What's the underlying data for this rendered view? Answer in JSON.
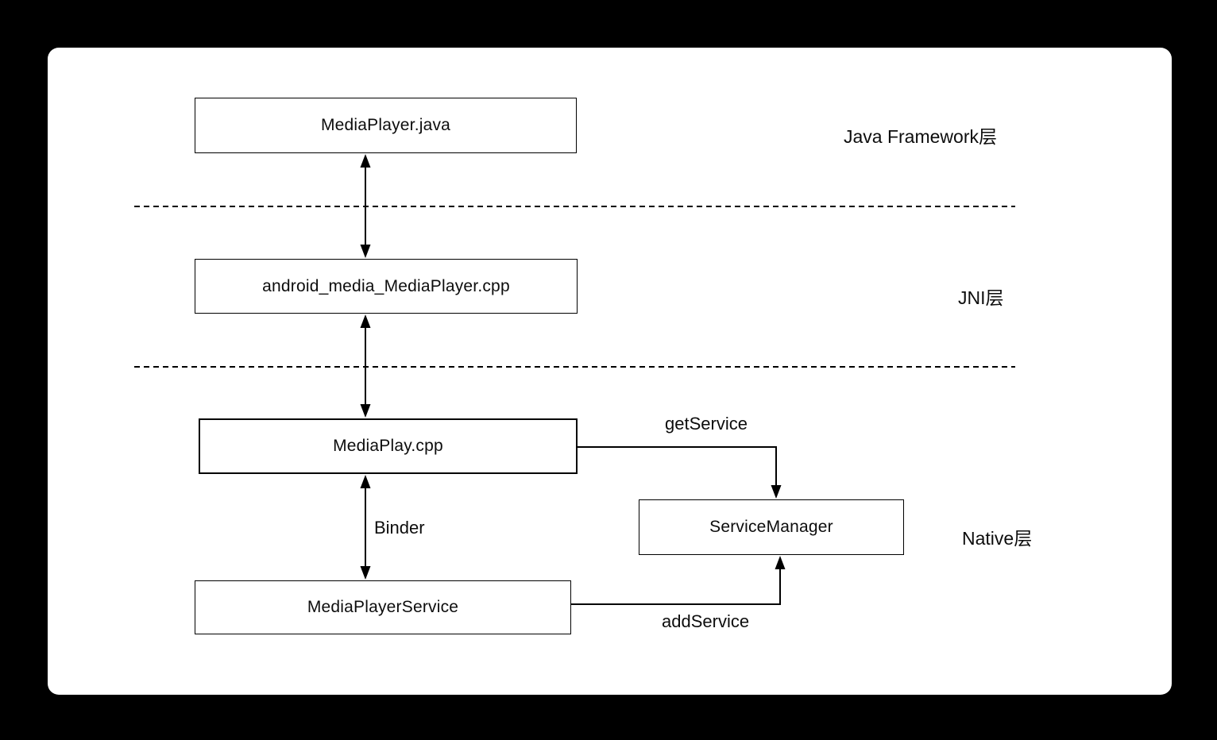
{
  "diagram": {
    "background_color": "#000000",
    "card_color": "#ffffff",
    "stroke_color": "#000000",
    "nodes": [
      {
        "id": "mediaplayer-java",
        "label": "MediaPlayer.java"
      },
      {
        "id": "android-media-mediaplayer-cpp",
        "label": "android_media_MediaPlayer.cpp"
      },
      {
        "id": "mediaplay-cpp",
        "label": "MediaPlay.cpp"
      },
      {
        "id": "servicemanager",
        "label": "ServiceManager"
      },
      {
        "id": "mediaplayerservice",
        "label": "MediaPlayerService"
      }
    ],
    "layer_labels": [
      {
        "id": "java-framework-layer",
        "label": "Java Framework层"
      },
      {
        "id": "jni-layer",
        "label": "JNI层"
      },
      {
        "id": "native-layer",
        "label": "Native层"
      }
    ],
    "edge_labels": [
      {
        "id": "getservice",
        "label": "getService"
      },
      {
        "id": "binder",
        "label": "Binder"
      },
      {
        "id": "addservice",
        "label": "addService"
      }
    ]
  }
}
